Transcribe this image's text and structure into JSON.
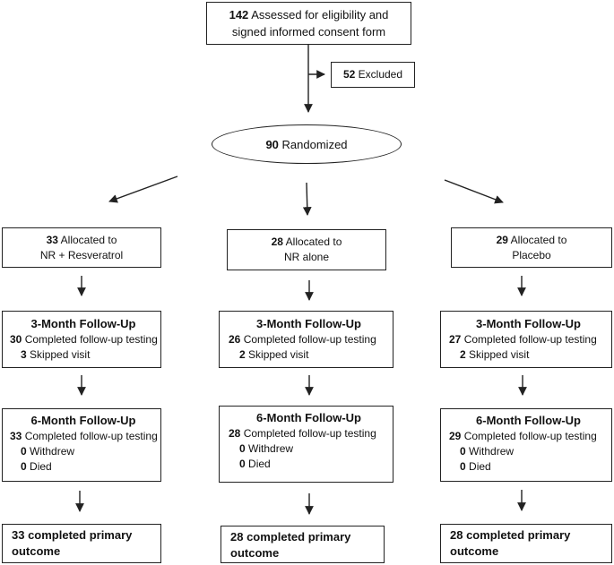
{
  "assessed": {
    "count": "142",
    "line1": "Assessed for eligibility and",
    "line2": "signed informed consent form"
  },
  "excluded": {
    "count": "52",
    "label": "Excluded"
  },
  "randomized": {
    "count": "90",
    "label": "Randomized"
  },
  "arms": [
    {
      "alloc_count": "33",
      "alloc_label": "Allocated to",
      "alloc_group": "NR + Resveratrol",
      "m3_title": "3-Month Follow-Up",
      "m3_completed_count": "30",
      "m3_completed_label": "Completed follow-up testing",
      "m3_skipped_count": "3",
      "m3_skipped_label": "Skipped visit",
      "m6_title": "6-Month Follow-Up",
      "m6_completed_count": "33",
      "m6_completed_label": "Completed follow-up testing",
      "m6_withdrew_count": "0",
      "m6_withdrew_label": "Withdrew",
      "m6_died_count": "0",
      "m6_died_label": "Died",
      "final_line1": "33 completed primary",
      "final_line2": "outcome"
    },
    {
      "alloc_count": "28",
      "alloc_label": "Allocated to",
      "alloc_group": "NR alone",
      "m3_title": "3-Month Follow-Up",
      "m3_completed_count": "26",
      "m3_completed_label": "Completed follow-up testing",
      "m3_skipped_count": "2",
      "m3_skipped_label": "Skipped visit",
      "m6_title": "6-Month Follow-Up",
      "m6_completed_count": "28",
      "m6_completed_label": "Completed follow-up testing",
      "m6_withdrew_count": "0",
      "m6_withdrew_label": "Withdrew",
      "m6_died_count": "0",
      "m6_died_label": "Died",
      "final_line1": "28 completed primary",
      "final_line2": "outcome"
    },
    {
      "alloc_count": "29",
      "alloc_label": "Allocated to",
      "alloc_group": "Placebo",
      "m3_title": "3-Month Follow-Up",
      "m3_completed_count": "27",
      "m3_completed_label": "Completed follow-up testing",
      "m3_skipped_count": "2",
      "m3_skipped_label": "Skipped visit",
      "m6_title": "6-Month Follow-Up",
      "m6_completed_count": "29",
      "m6_completed_label": "Completed follow-up testing",
      "m6_withdrew_count": "0",
      "m6_withdrew_label": "Withdrew",
      "m6_died_count": "0",
      "m6_died_label": "Died",
      "final_line1": "28 completed primary",
      "final_line2": "outcome"
    }
  ]
}
